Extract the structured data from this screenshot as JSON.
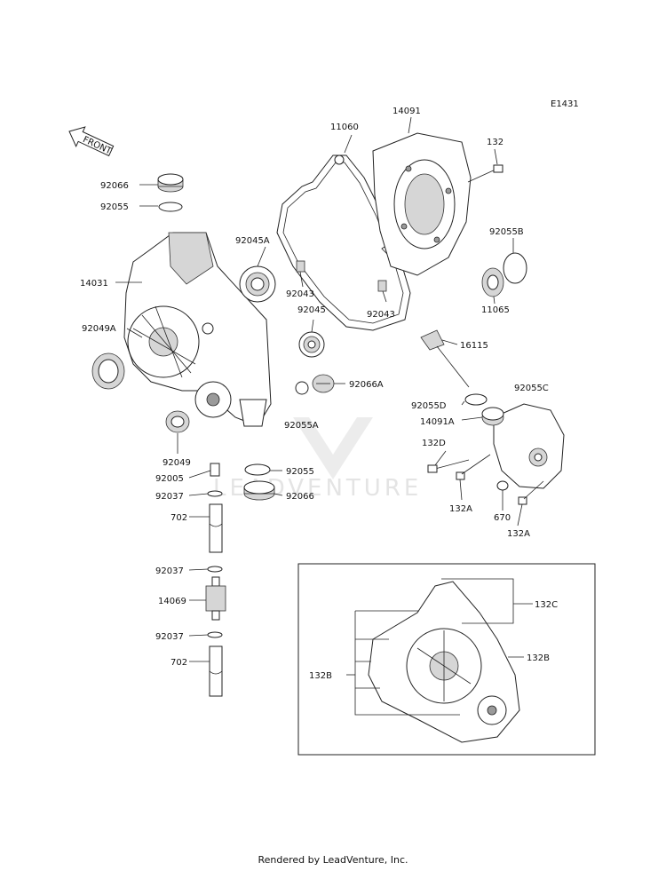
{
  "diagram_code": "E1431",
  "front_label": "FRONT",
  "watermark": "LEADVENTURE",
  "footer": "Rendered by LeadVenture, Inc.",
  "labels": {
    "p92066": "92066",
    "p92055": "92055",
    "p14031": "14031",
    "p92049A": "92049A",
    "p92045A": "92045A",
    "p92043a": "92043",
    "p92045": "92045",
    "p11060": "11060",
    "p14091": "14091",
    "p132": "132",
    "p92055B": "92055B",
    "p11065": "11065",
    "p92043b": "92043",
    "p16115": "16115",
    "p92066A": "92066A",
    "p92055A": "92055A",
    "p92055D": "92055D",
    "p92055C": "92055C",
    "p14091A": "14091A",
    "p132D": "132D",
    "p132A1": "132A",
    "p670": "670",
    "p132A2": "132A",
    "p92049": "92049",
    "p92005": "92005",
    "p92055b2": "92055",
    "p92037a": "92037",
    "p92066b": "92066",
    "p702a": "702",
    "p92037b": "92037",
    "p14069": "14069",
    "p92037c": "92037",
    "p702b": "702",
    "p132C": "132C",
    "p132B1": "132B",
    "p132B2": "132B"
  }
}
